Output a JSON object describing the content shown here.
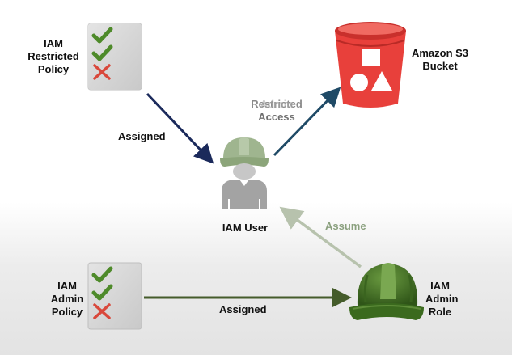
{
  "restricted_policy": {
    "line1": "IAM",
    "line2": "Restricted",
    "line3": "Policy"
  },
  "s3_bucket": {
    "line1": "Amazon S3",
    "line2": "Bucket"
  },
  "arrows": {
    "policy_to_user": "Assigned",
    "user_to_bucket_line1": "Restricted",
    "user_to_bucket_line1_overlay": "Admin",
    "user_to_bucket_line2": "Access",
    "role_to_user": "Assume",
    "admin_policy_to_role": "Assigned"
  },
  "iam_user": {
    "label": "IAM User"
  },
  "admin_policy": {
    "line1": "IAM",
    "line2": "Admin",
    "line3": "Policy"
  },
  "admin_role": {
    "line1": "IAM",
    "line2": "Admin",
    "line3": "Role"
  },
  "colors": {
    "navy_arrow": "#1b2a5b",
    "teal_arrow": "#1f4a66",
    "olive_arrow": "#455c2b",
    "faded_arrow": "#b7c2ad",
    "bucket_red": "#e8403b",
    "helmet_green": "#4d7c2c",
    "check_green": "#4e8a2a",
    "cross_red": "#d9483b"
  }
}
